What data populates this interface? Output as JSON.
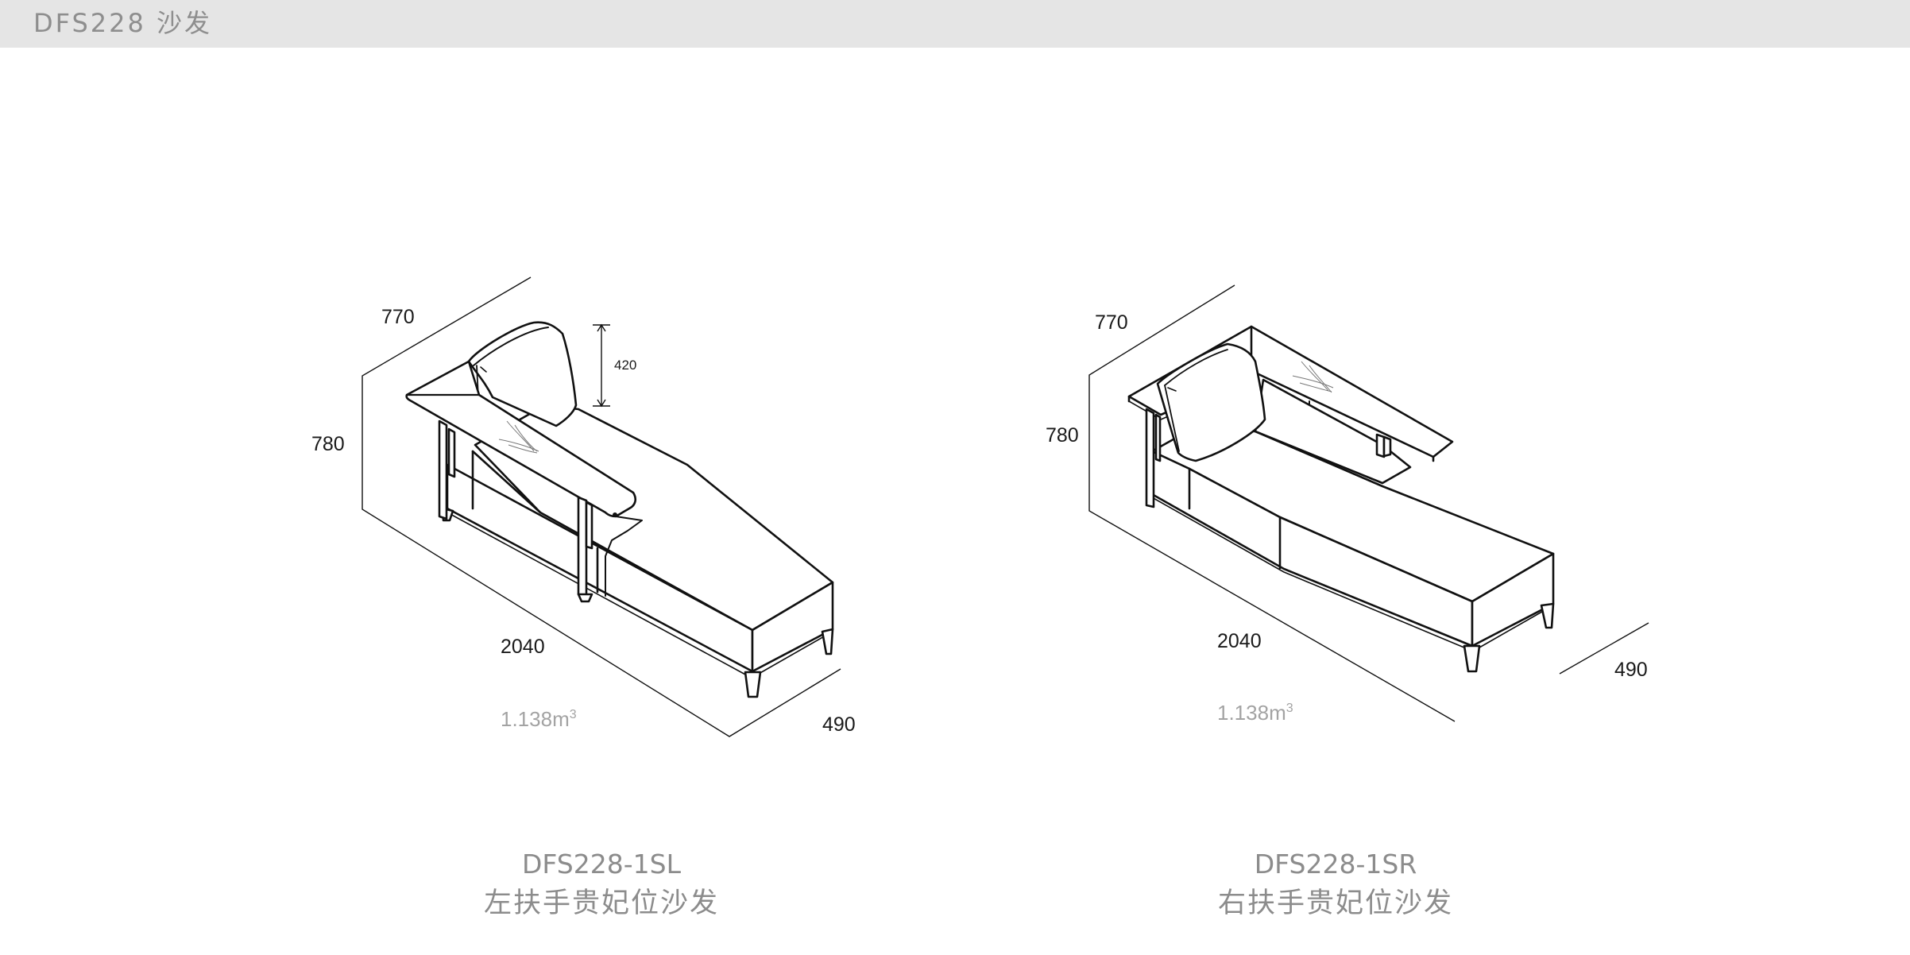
{
  "header": {
    "title": "DFS228 沙发"
  },
  "products": [
    {
      "id_label": "DFS228-1SL",
      "name": "左扶手贵妃位沙发",
      "dimensions": {
        "depth": "770",
        "height": "780",
        "width": "2040",
        "seat_depth": "490",
        "back_cushion_height": "420"
      },
      "volume": "1.138m",
      "volume_exp": "3"
    },
    {
      "id_label": "DFS228-1SR",
      "name": "右扶手贵妃位沙发",
      "dimensions": {
        "depth": "770",
        "height": "780",
        "width": "2040",
        "seat_depth": "490"
      },
      "volume": "1.138m",
      "volume_exp": "3"
    }
  ],
  "colors": {
    "header_bg": "#e5e5e5",
    "header_text": "#8e8e8e",
    "line": "#111111",
    "caption_text": "#8c8c8c",
    "volume_text": "#a3a3a3"
  }
}
